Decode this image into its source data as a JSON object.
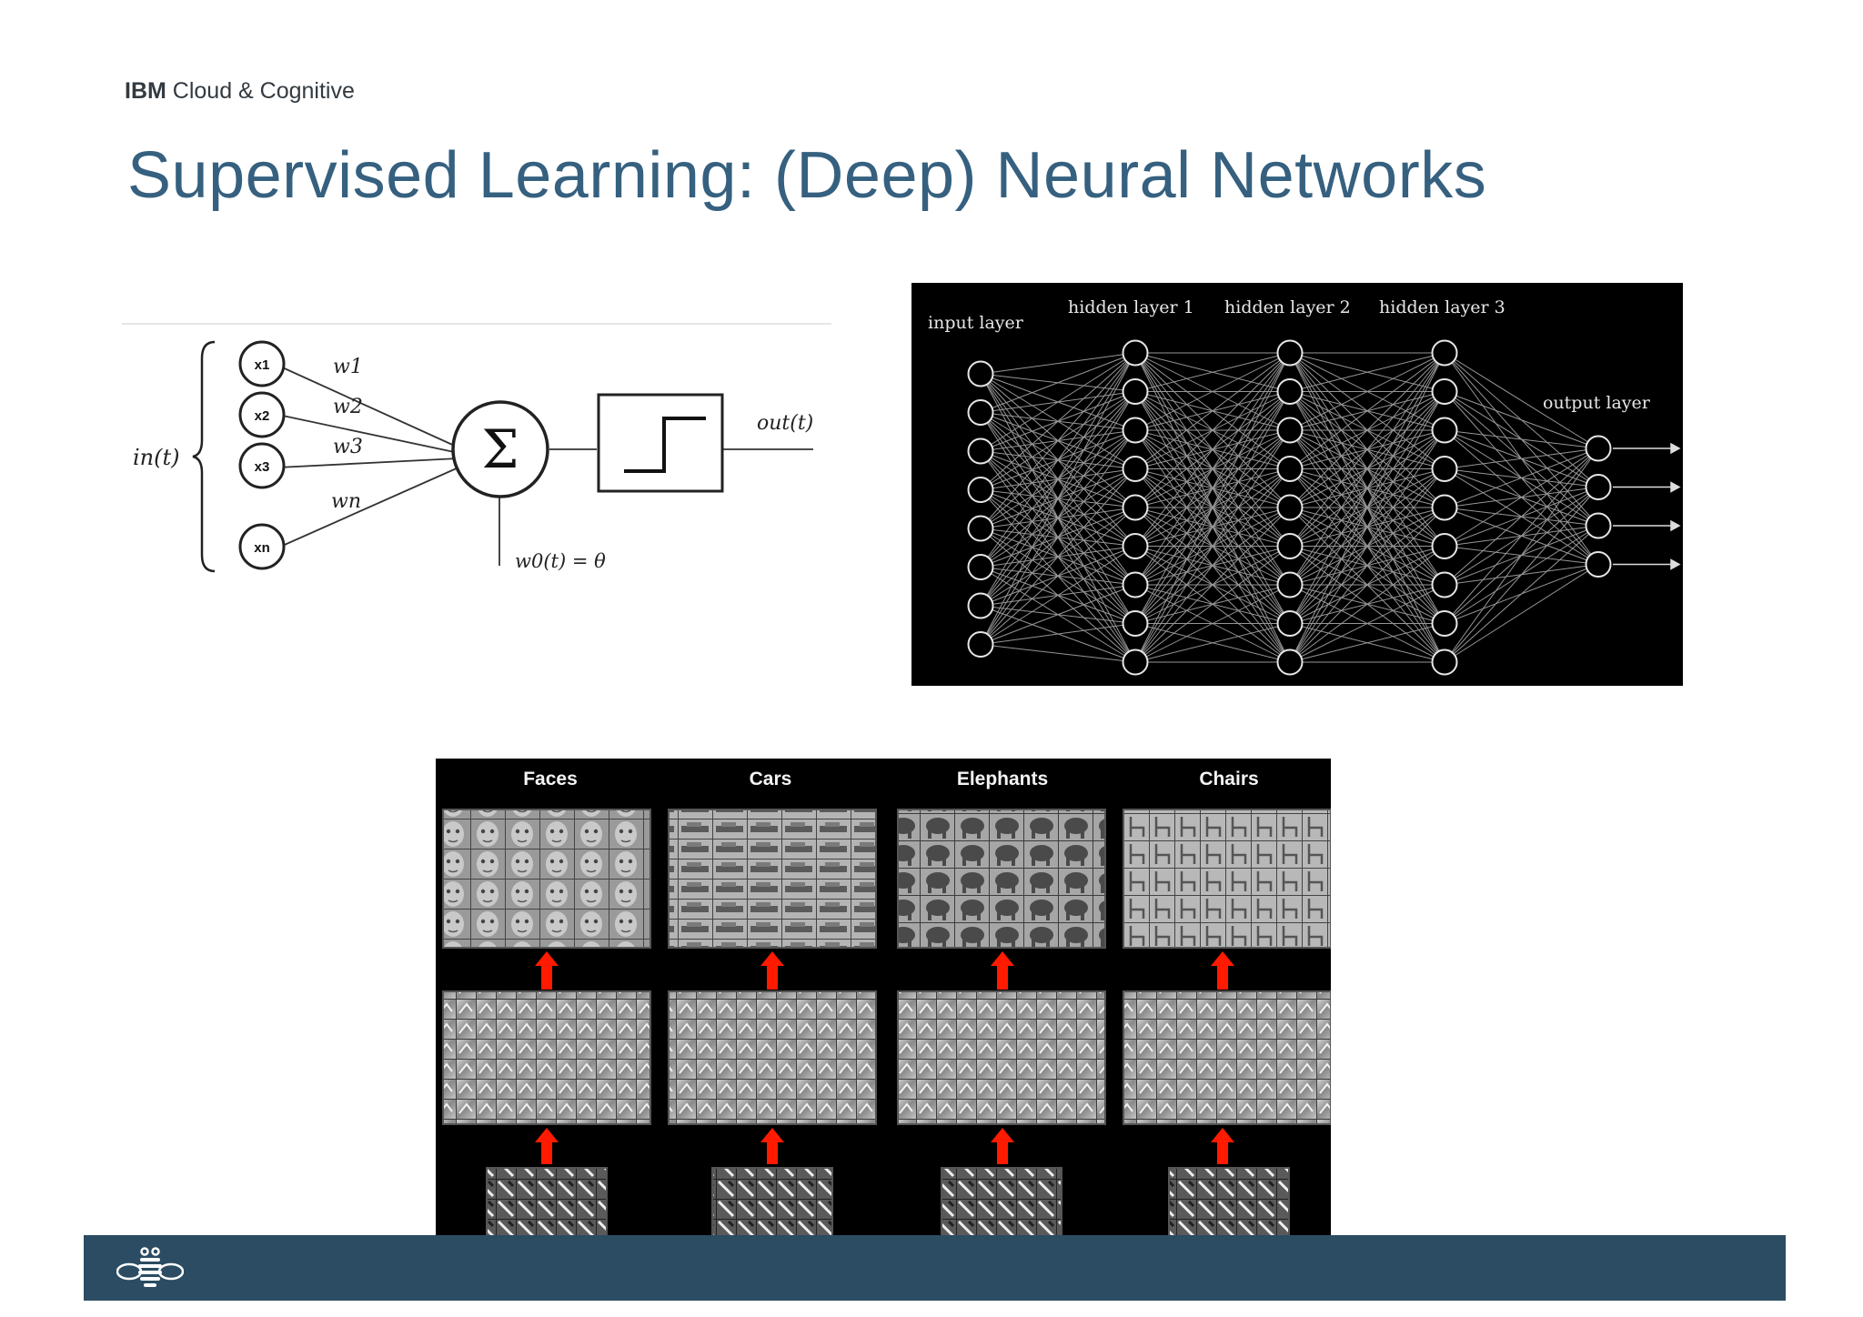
{
  "header": {
    "brand_bold": "IBM",
    "brand_rest": "Cloud & Cognitive",
    "title": "Supervised Learning: (Deep) Neural Networks"
  },
  "perceptron": {
    "input_group_label": "in(t)",
    "inputs": [
      "x1",
      "x2",
      "x3",
      "xn"
    ],
    "weights": [
      "w1",
      "w2",
      "w3",
      "wn"
    ],
    "sum_symbol": "Σ",
    "output_label": "out(t)",
    "bias_label": "w0(t) = θ"
  },
  "dnn": {
    "layer_labels": [
      "input layer",
      "hidden layer 1",
      "hidden layer 2",
      "hidden layer 3",
      "output layer"
    ],
    "layer_sizes": [
      8,
      9,
      9,
      9,
      4
    ]
  },
  "features": {
    "columns": [
      "Faces",
      "Cars",
      "Elephants",
      "Chairs"
    ],
    "arrow_color": "#ff1a00"
  },
  "colors": {
    "title": "#36607f",
    "footer": "#2b4c62"
  },
  "footer": {
    "logo_icon": "bee-icon"
  }
}
